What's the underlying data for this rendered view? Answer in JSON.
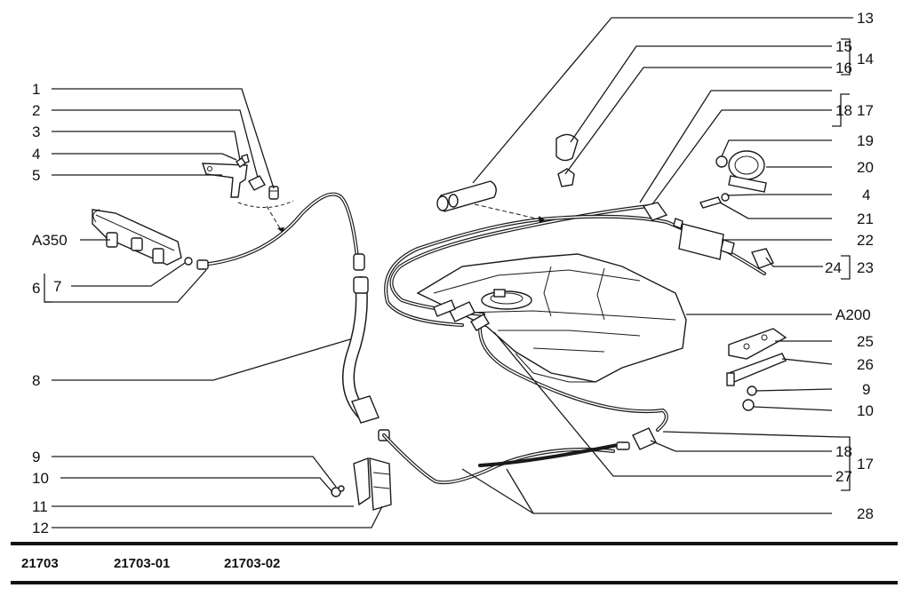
{
  "callouts": {
    "c1": "1",
    "c2": "2",
    "c3": "3",
    "c4a": "4",
    "c5": "5",
    "cA350": "A350",
    "c6": "6",
    "c7": "7",
    "c8": "8",
    "c9a": "9",
    "c10a": "10",
    "c11": "11",
    "c12": "12",
    "c13": "13",
    "c14": "14",
    "c15": "15",
    "c16": "16",
    "c17a": "17",
    "c18a": "18",
    "c19": "19",
    "c20": "20",
    "c4b": "4",
    "c21": "21",
    "c22": "22",
    "c23": "23",
    "c24": "24",
    "cA200": "A200",
    "c25": "25",
    "c26": "26",
    "c9b": "9",
    "c10b": "10",
    "c17b": "17",
    "c18b": "18",
    "c27": "27",
    "c28": "28"
  },
  "footer": {
    "variants": [
      "21703",
      "21703-01",
      "21703-02"
    ]
  }
}
